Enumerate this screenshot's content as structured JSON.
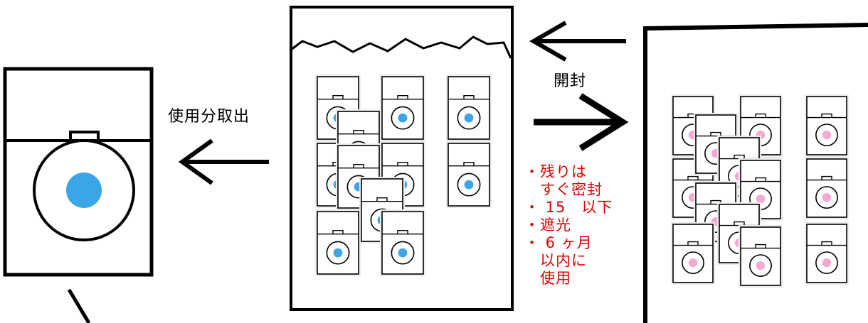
{
  "labels": {
    "top_cut": "",
    "open": "開封",
    "take_out": "使用分取出"
  },
  "storage_notes": [
    "・残りは",
    "　すぐ密封",
    "・ 15　以下",
    "・遮光",
    "・ 6 ヶ月",
    "　以内に",
    "　使用"
  ],
  "colors": {
    "dot_unused": "#3aa6e8",
    "dot_used": "#f4a9d2",
    "note_text": "#e00000",
    "outline": "#000000"
  },
  "icons": {
    "arrow_left": "arrow-left-icon",
    "arrow_right": "arrow-right-icon"
  }
}
